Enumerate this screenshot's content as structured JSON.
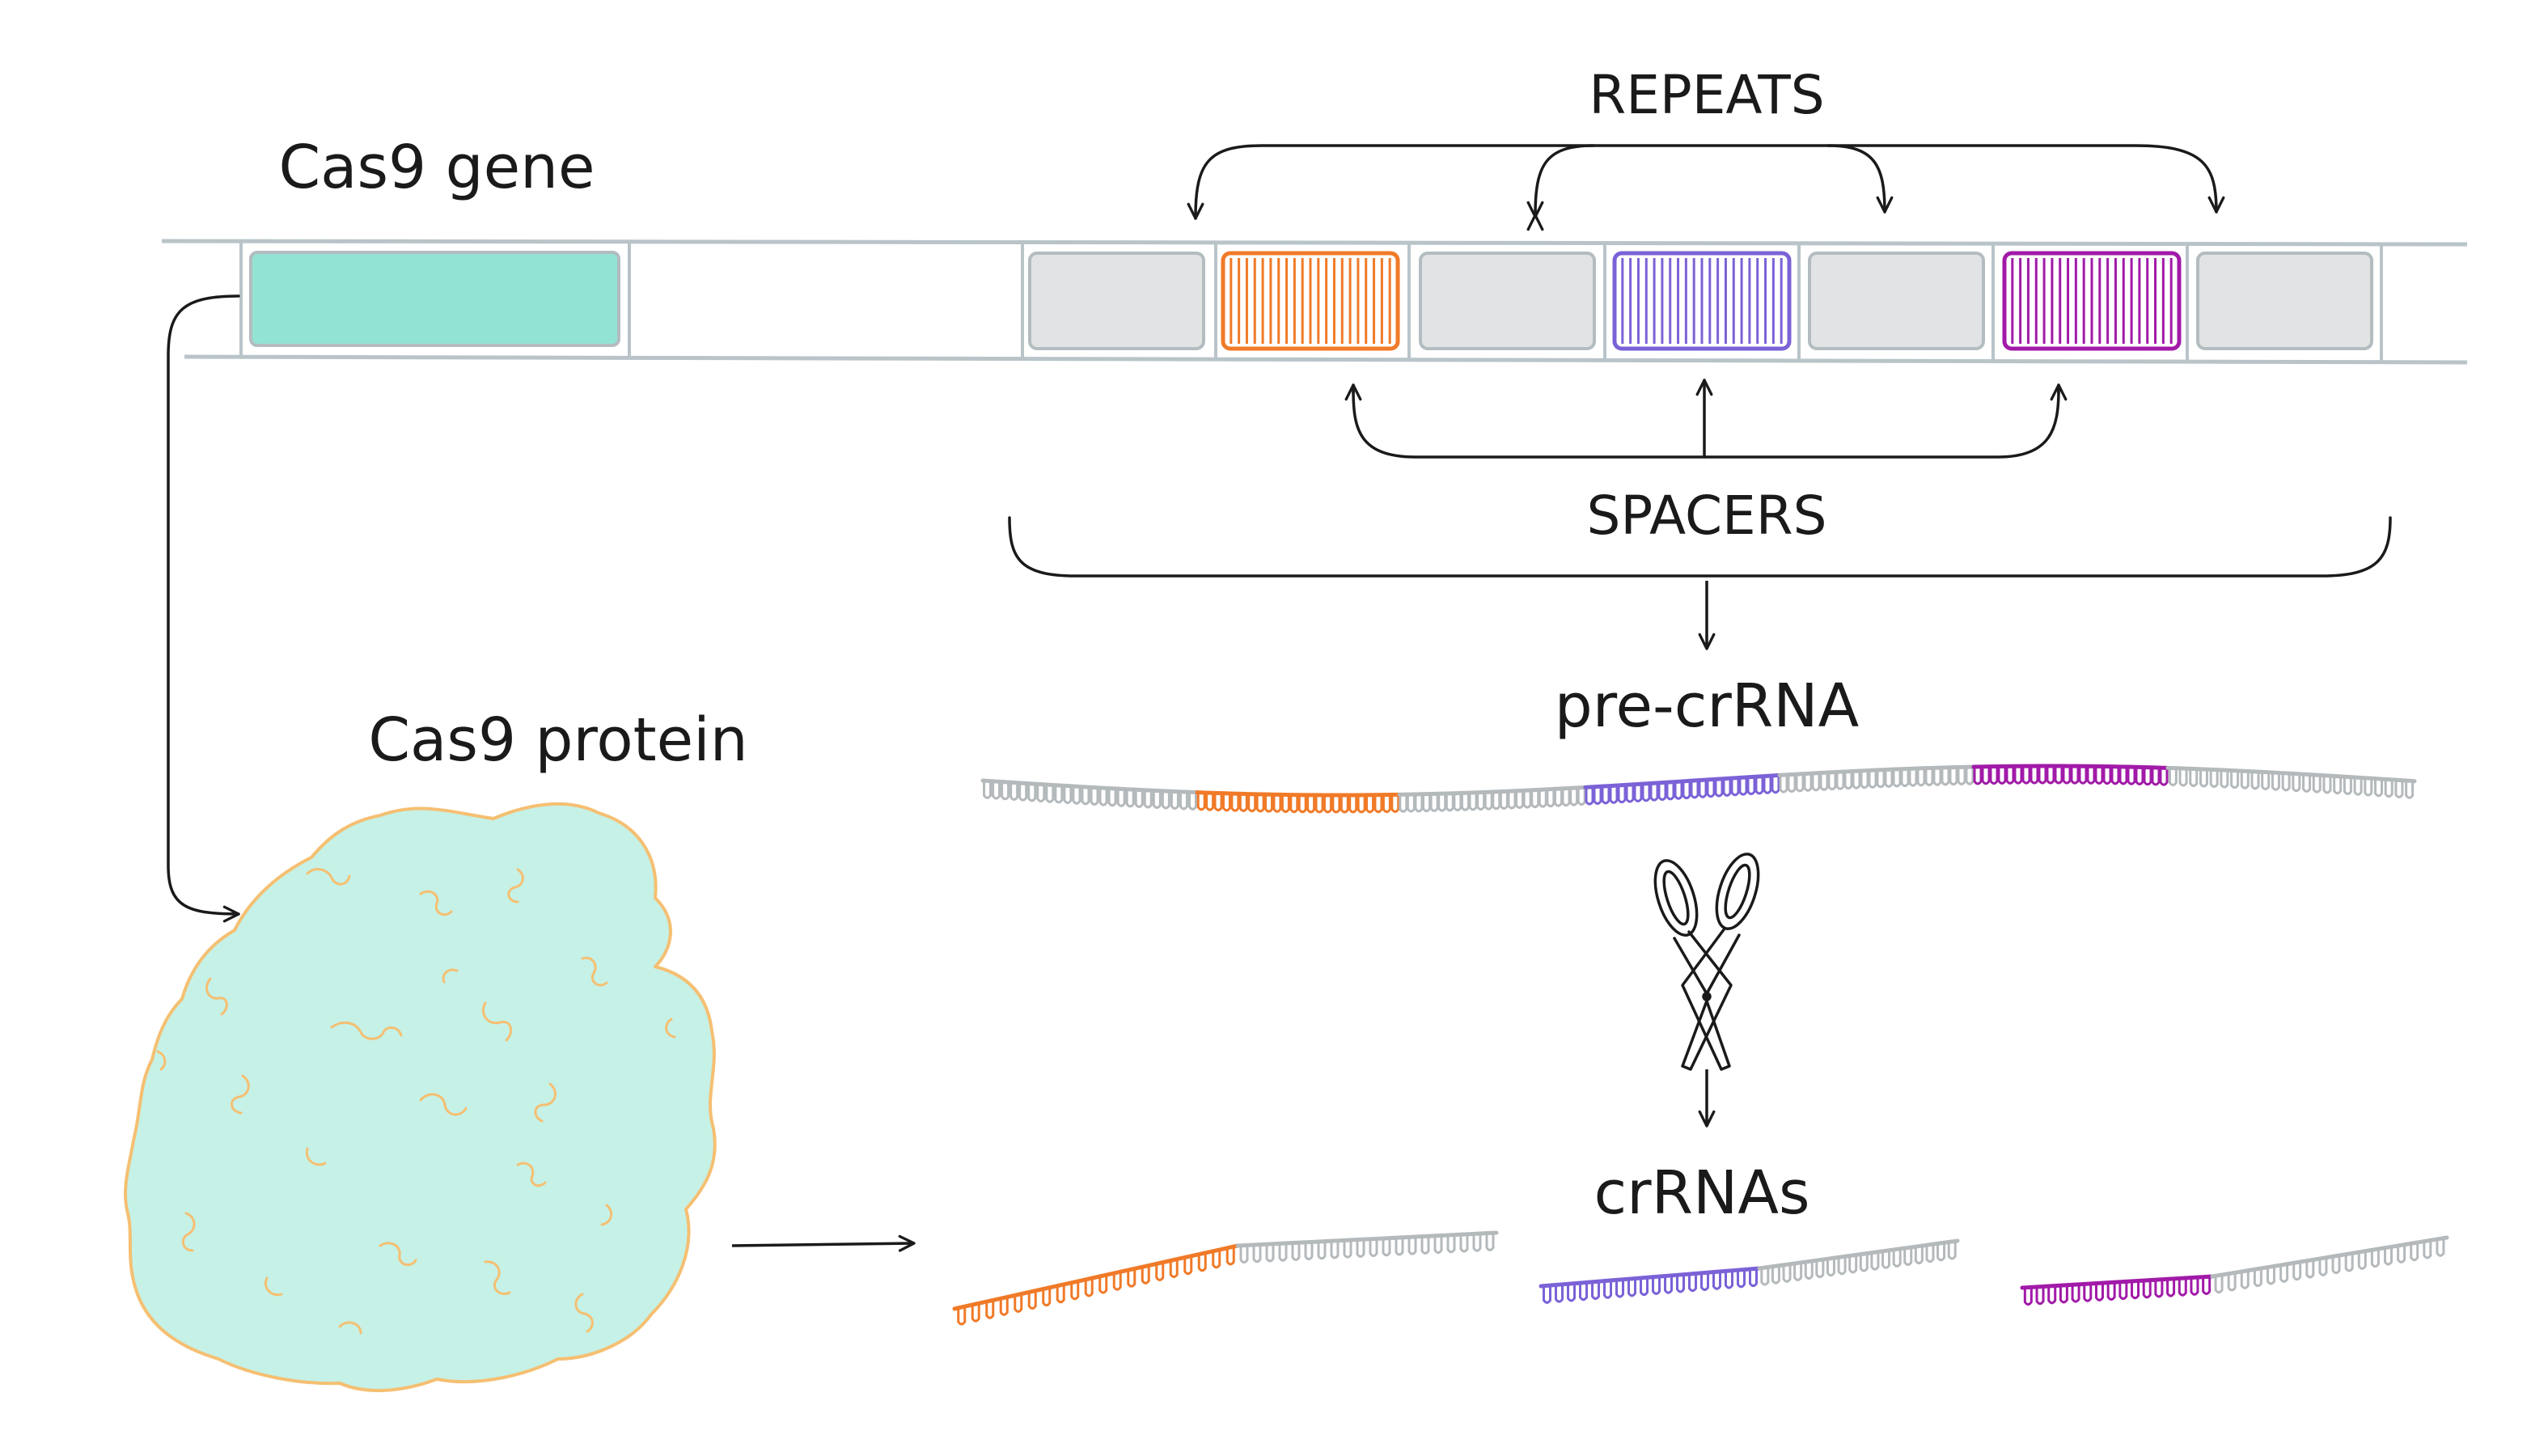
{
  "labels": {
    "cas9_gene": "Cas9 gene",
    "repeats": "REPEATS",
    "spacers": "SPACERS",
    "pre_crrna": "pre-crRNA",
    "cas9_protein": "Cas9 protein",
    "crrnas": "crRNAs"
  },
  "colors": {
    "line": "#b9c4c9",
    "box_border": "#b3bcc0",
    "repeat_fill": "#e2e3e4",
    "gene_fill": "#92e3d3",
    "protein_fill": "#c6f1e6",
    "protein_outline": "#f5bf72",
    "spacer_1": "#f07a28",
    "spacer_2": "#7b62d7",
    "spacer_3": "#a11aa8",
    "rna_gray": "#b4b9bc",
    "ink": "#1a1a1a"
  },
  "icons": {
    "scissors": "scissors-icon",
    "arrow": "arrow-icon"
  }
}
